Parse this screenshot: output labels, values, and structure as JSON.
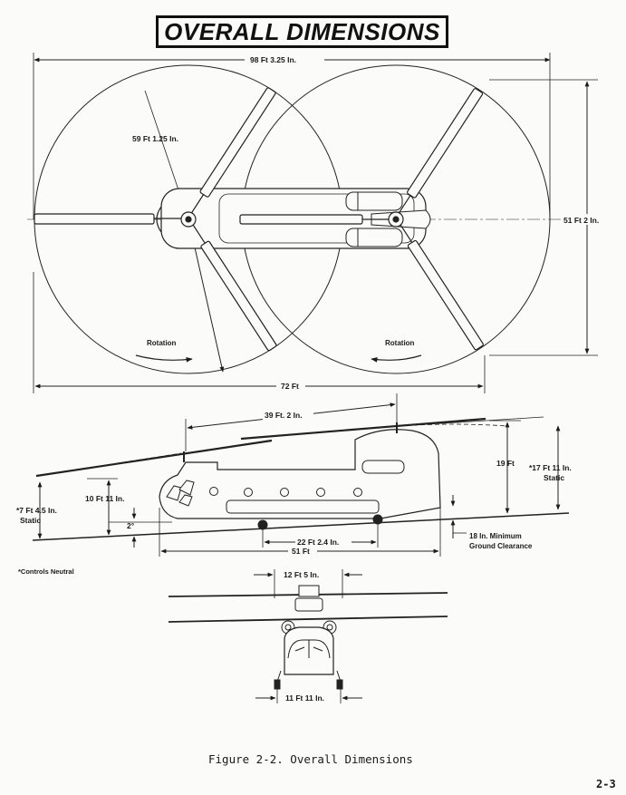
{
  "title": "OVERALL DIMENSIONS",
  "top_view": {
    "overall_length": "98 Ft 3.25 In.",
    "rotor_radius": "59 Ft 1.25 In.",
    "overall_width": "51 Ft 2 In.",
    "rotor_span": "72 Ft",
    "rotation_left": "Rotation",
    "rotation_right": "Rotation"
  },
  "side_view": {
    "rotor_hub_spacing": "39 Ft. 2 In.",
    "aft_height": "19 Ft",
    "aft_static_height": "*17 Ft 11 In.",
    "aft_static_label": "Static",
    "fwd_height": "10 Ft 11 In.",
    "fwd_static_height": "*7 Ft 4.5 In.",
    "fwd_static_label": "Static",
    "angle": "2°",
    "wheelbase": "22 Ft 2.4 In.",
    "fuselage_length": "51 Ft",
    "clearance_line1": "18 In. Minimum",
    "clearance_line2": "Ground Clearance"
  },
  "note": "*Controls Neutral",
  "front_view": {
    "top_width": "12 Ft 5 In.",
    "bottom_width": "11 Ft 11 In."
  },
  "caption": "Figure 2-2. Overall Dimensions",
  "page_number": "2-3"
}
